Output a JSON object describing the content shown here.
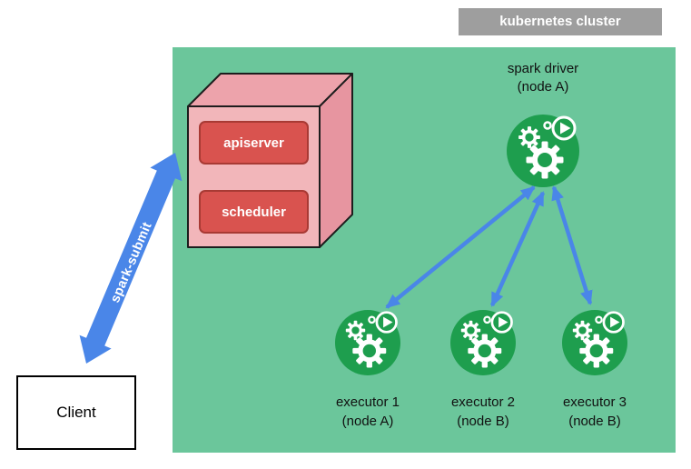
{
  "cluster": {
    "label": "kubernetes cluster"
  },
  "control_plane": {
    "apiserver_label": "apiserver",
    "scheduler_label": "scheduler"
  },
  "driver": {
    "title": "spark driver",
    "subtitle": "(node A)"
  },
  "executors": [
    {
      "title": "executor 1",
      "subtitle": "(node A)"
    },
    {
      "title": "executor 2",
      "subtitle": "(node B)"
    },
    {
      "title": "executor 3",
      "subtitle": "(node B)"
    }
  ],
  "client": {
    "label": "Client"
  },
  "spark_submit": {
    "label": "spark-submit"
  },
  "icons": {
    "driver": "spark-pod-icon (gears + play button)",
    "executor": "spark-pod-icon (gears + play button)"
  },
  "colors": {
    "cluster_background": "#6bc69b",
    "cluster_label_background": "#9e9e9e",
    "arrow_blue": "#4a86e8",
    "pod_icon_green": "#1e9e4e",
    "control_plane_box_red": "#d9534f",
    "cube_front_pink": "#f2b6ba",
    "cube_top_pink": "#eda3ab",
    "cube_side_pink": "#e795a0"
  }
}
